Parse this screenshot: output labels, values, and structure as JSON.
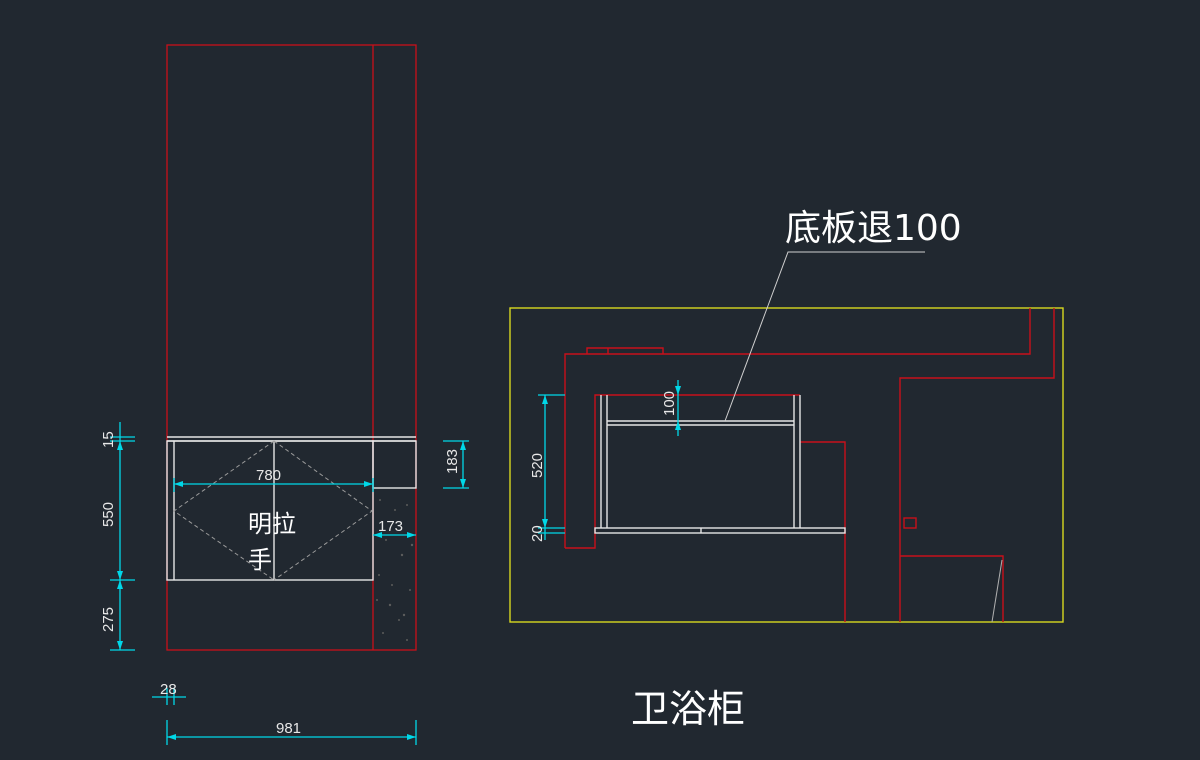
{
  "colors": {
    "background": "#212830",
    "red": "#c8101a",
    "white": "#e6e6e6",
    "cyan": "#00d8e8",
    "yellow": "#d8d820",
    "grey": "#8a8a8a"
  },
  "elevation_dims": {
    "d15": "15",
    "d550": "550",
    "d275": "275",
    "d183": "183",
    "d780": "780",
    "d173": "173",
    "d28": "28",
    "d981": "981"
  },
  "handle_note_line1": "明拉",
  "handle_note_line2": "手",
  "section_dims": {
    "d100": "100",
    "d520": "520",
    "d20": "20"
  },
  "callout": "底板退100",
  "title": "卫浴柜"
}
